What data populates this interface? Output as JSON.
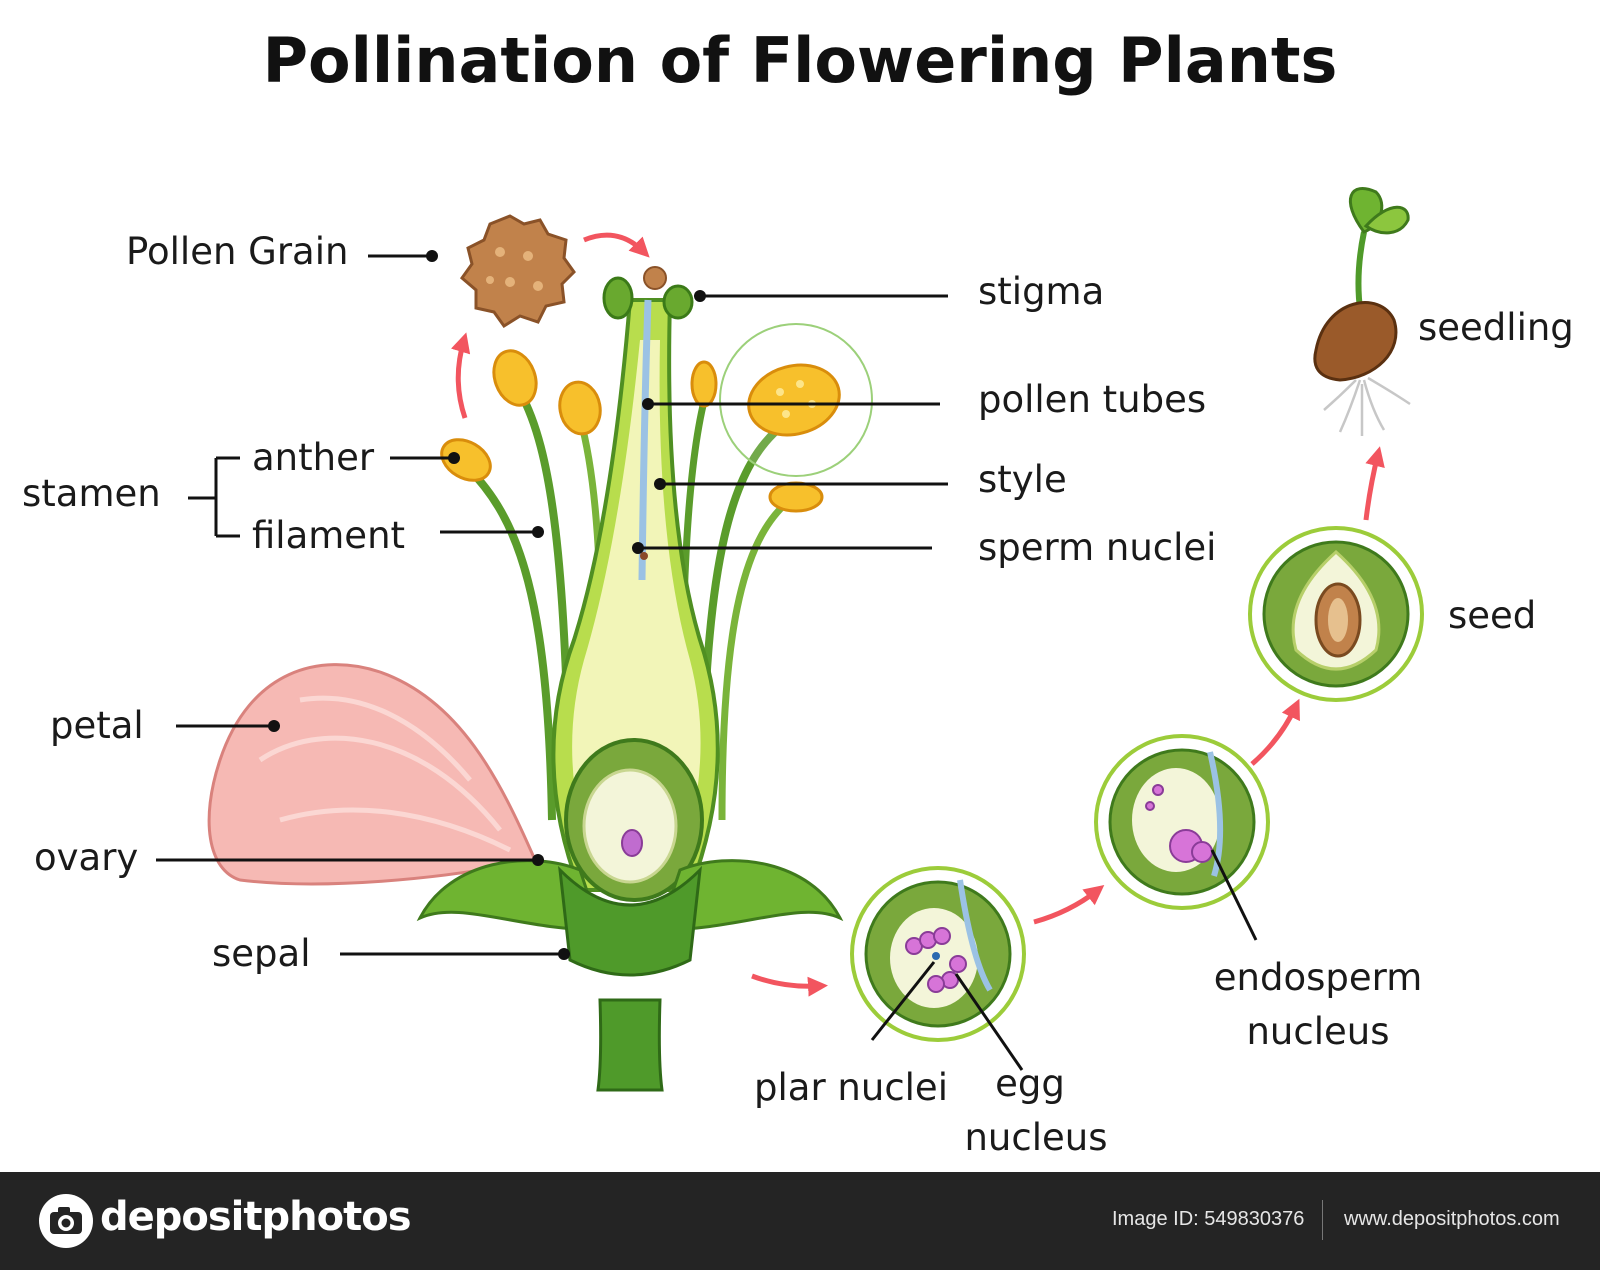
{
  "title": "Pollination of Flowering Plants",
  "labels": {
    "pollen_grain": "Pollen Grain",
    "stamen": "stamen",
    "anther": "anther",
    "filament": "filament",
    "petal": "petal",
    "ovary": "ovary",
    "sepal": "sepal",
    "stigma": "stigma",
    "pollen_tubes": "pollen tubes",
    "style": "style",
    "sperm_nuclei": "sperm nuclei",
    "seedling": "seedling",
    "seed": "seed",
    "endosperm_line1": "endosperm",
    "endosperm_line2": "nucleus",
    "plar_nuclei": "plar nuclei",
    "egg_line1": "egg",
    "egg_line2": "nucleus"
  },
  "footer": {
    "brand": "depositphotos",
    "image_id": "Image ID: 549830376",
    "url": "www.depositphotos.com"
  },
  "colors": {
    "arrow": "#f2555f",
    "stem_green": "#4f9a2a",
    "light_green": "#9ccc3a",
    "petal_pink": "#f6b9b4",
    "anther_yellow": "#f7c02c",
    "pollen_brown": "#c1824b",
    "footer_bg": "#242424"
  }
}
